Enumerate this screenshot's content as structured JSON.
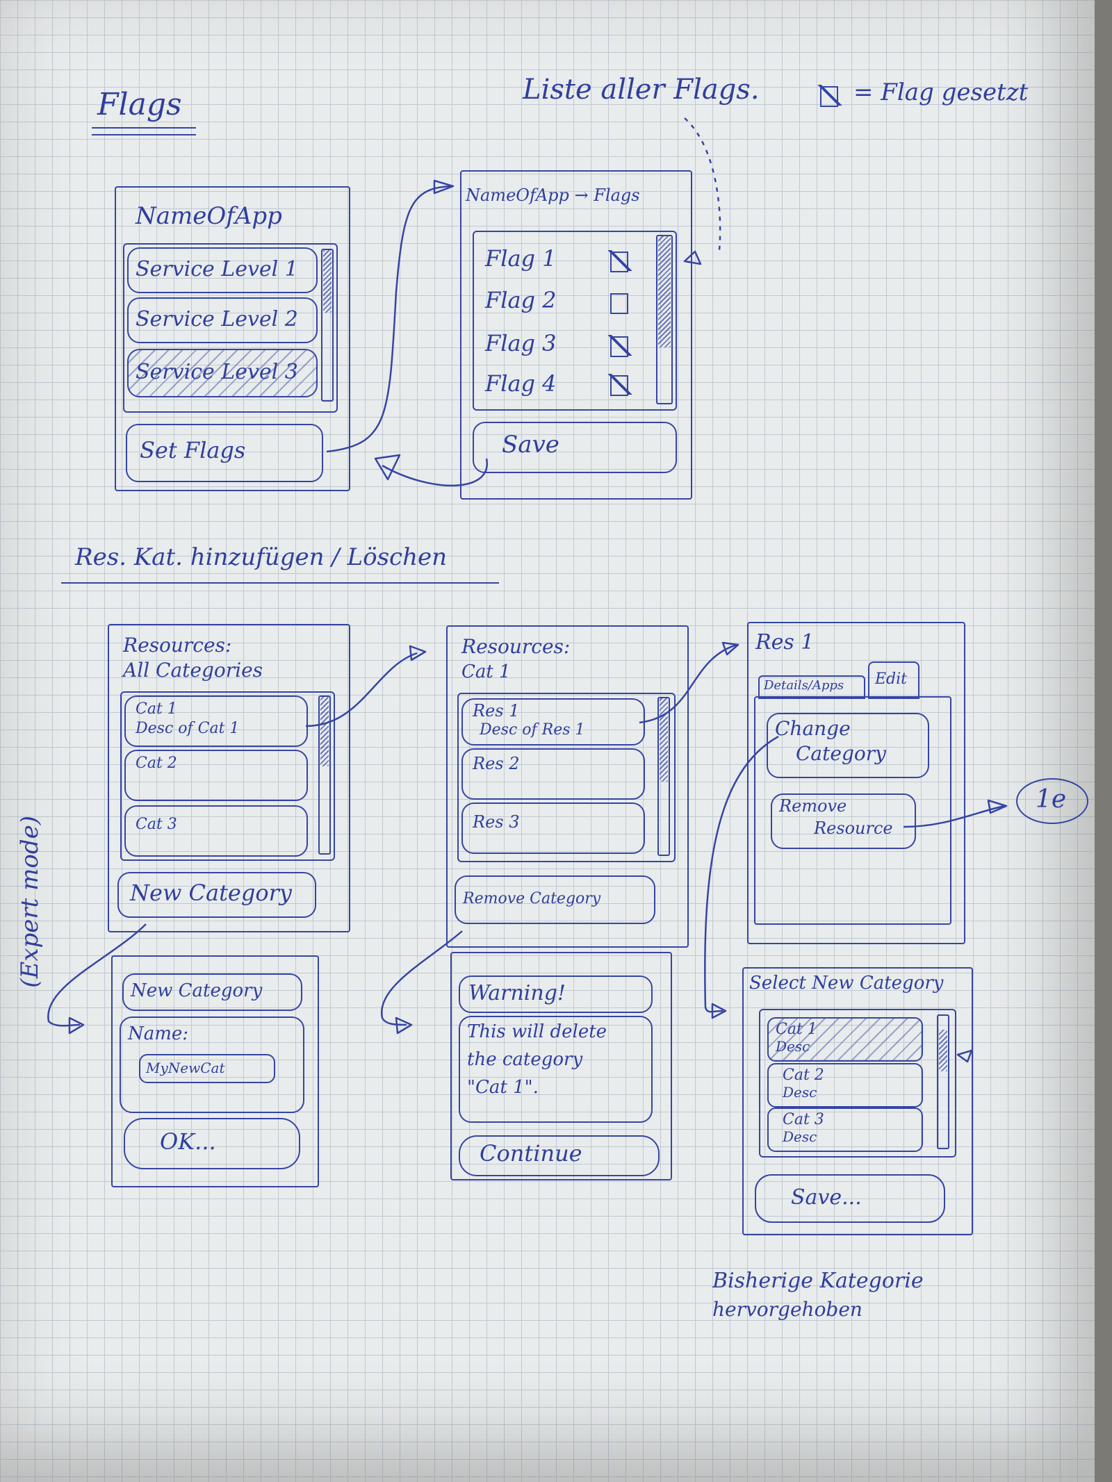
{
  "flags_section": {
    "title": "Flags",
    "note_list": "Liste aller Flags.",
    "note_legend": "= Flag gesetzt",
    "main_screen": {
      "app_title": "NameOfApp",
      "items": [
        "Service Level 1",
        "Service Level 2",
        "Service Level 3"
      ],
      "button": "Set Flags"
    },
    "flags_screen": {
      "title": "NameOfApp → Flags",
      "flags": [
        {
          "label": "Flag 1",
          "checked": true
        },
        {
          "label": "Flag 2",
          "checked": false
        },
        {
          "label": "Flag 3",
          "checked": true
        },
        {
          "label": "Flag 4",
          "checked": true
        }
      ],
      "button": "Save"
    }
  },
  "resources_section": {
    "title": "Res. Kat. hinzufügen / Löschen",
    "all_categories_screen": {
      "title_line1": "Resources:",
      "title_line2": "All Categories",
      "items": [
        {
          "name": "Cat 1",
          "desc": "Desc of Cat 1"
        },
        {
          "name": "Cat 2",
          "desc": ""
        },
        {
          "name": "Cat 3",
          "desc": ""
        }
      ],
      "button": "New Category"
    },
    "new_category_dialog": {
      "title": "New Category",
      "name_label": "Name:",
      "name_value": "MyNewCat",
      "button": "OK..."
    },
    "cat1_screen": {
      "title_line1": "Resources:",
      "title_line2": "Cat 1",
      "items": [
        {
          "name": "Res 1",
          "desc": "Desc of Res 1"
        },
        {
          "name": "Res 2",
          "desc": ""
        },
        {
          "name": "Res 3",
          "desc": ""
        }
      ],
      "button": "Remove Category"
    },
    "warning_dialog": {
      "title": "Warning!",
      "line1": "This will delete",
      "line2": "the category",
      "line3": "\"Cat 1\".",
      "button": "Continue"
    },
    "res1_screen": {
      "title": "Res 1",
      "tab_details": "Details/Apps",
      "tab_edit": "Edit",
      "button_change_1": "Change",
      "button_change_2": "Category",
      "button_remove_1": "Remove",
      "button_remove_2": "Resource",
      "ref": "1e"
    },
    "select_category_screen": {
      "title": "Select New Category",
      "items": [
        {
          "name": "Cat 1",
          "desc": "Desc"
        },
        {
          "name": "Cat 2",
          "desc": "Desc"
        },
        {
          "name": "Cat 3",
          "desc": "Desc"
        }
      ],
      "button": "Save..."
    },
    "note_line1": "Bisherige Kategorie",
    "note_line2": "hervorgehoben"
  },
  "margin_note": "(Expert mode)"
}
